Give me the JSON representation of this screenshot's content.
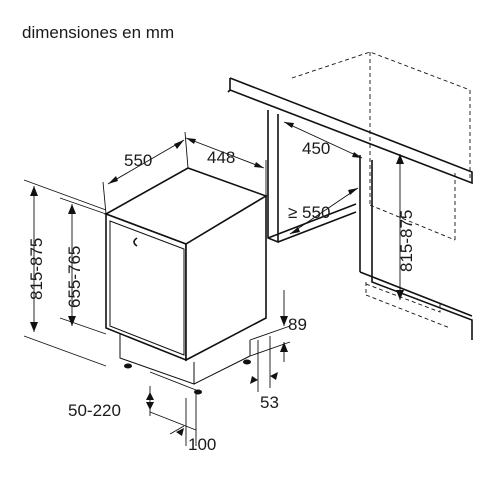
{
  "title": "dimensiones en mm",
  "dimensions": {
    "appliance_depth": "550",
    "appliance_width": "448",
    "overall_height": "815-875",
    "appliance_height": "655-765",
    "niche_width": "450",
    "niche_depth": "≥ 550",
    "niche_height": "815-875",
    "plinth_height": "89",
    "plinth_depth": "53",
    "foot_adjustment": "50-220",
    "foot_offset": "100"
  }
}
